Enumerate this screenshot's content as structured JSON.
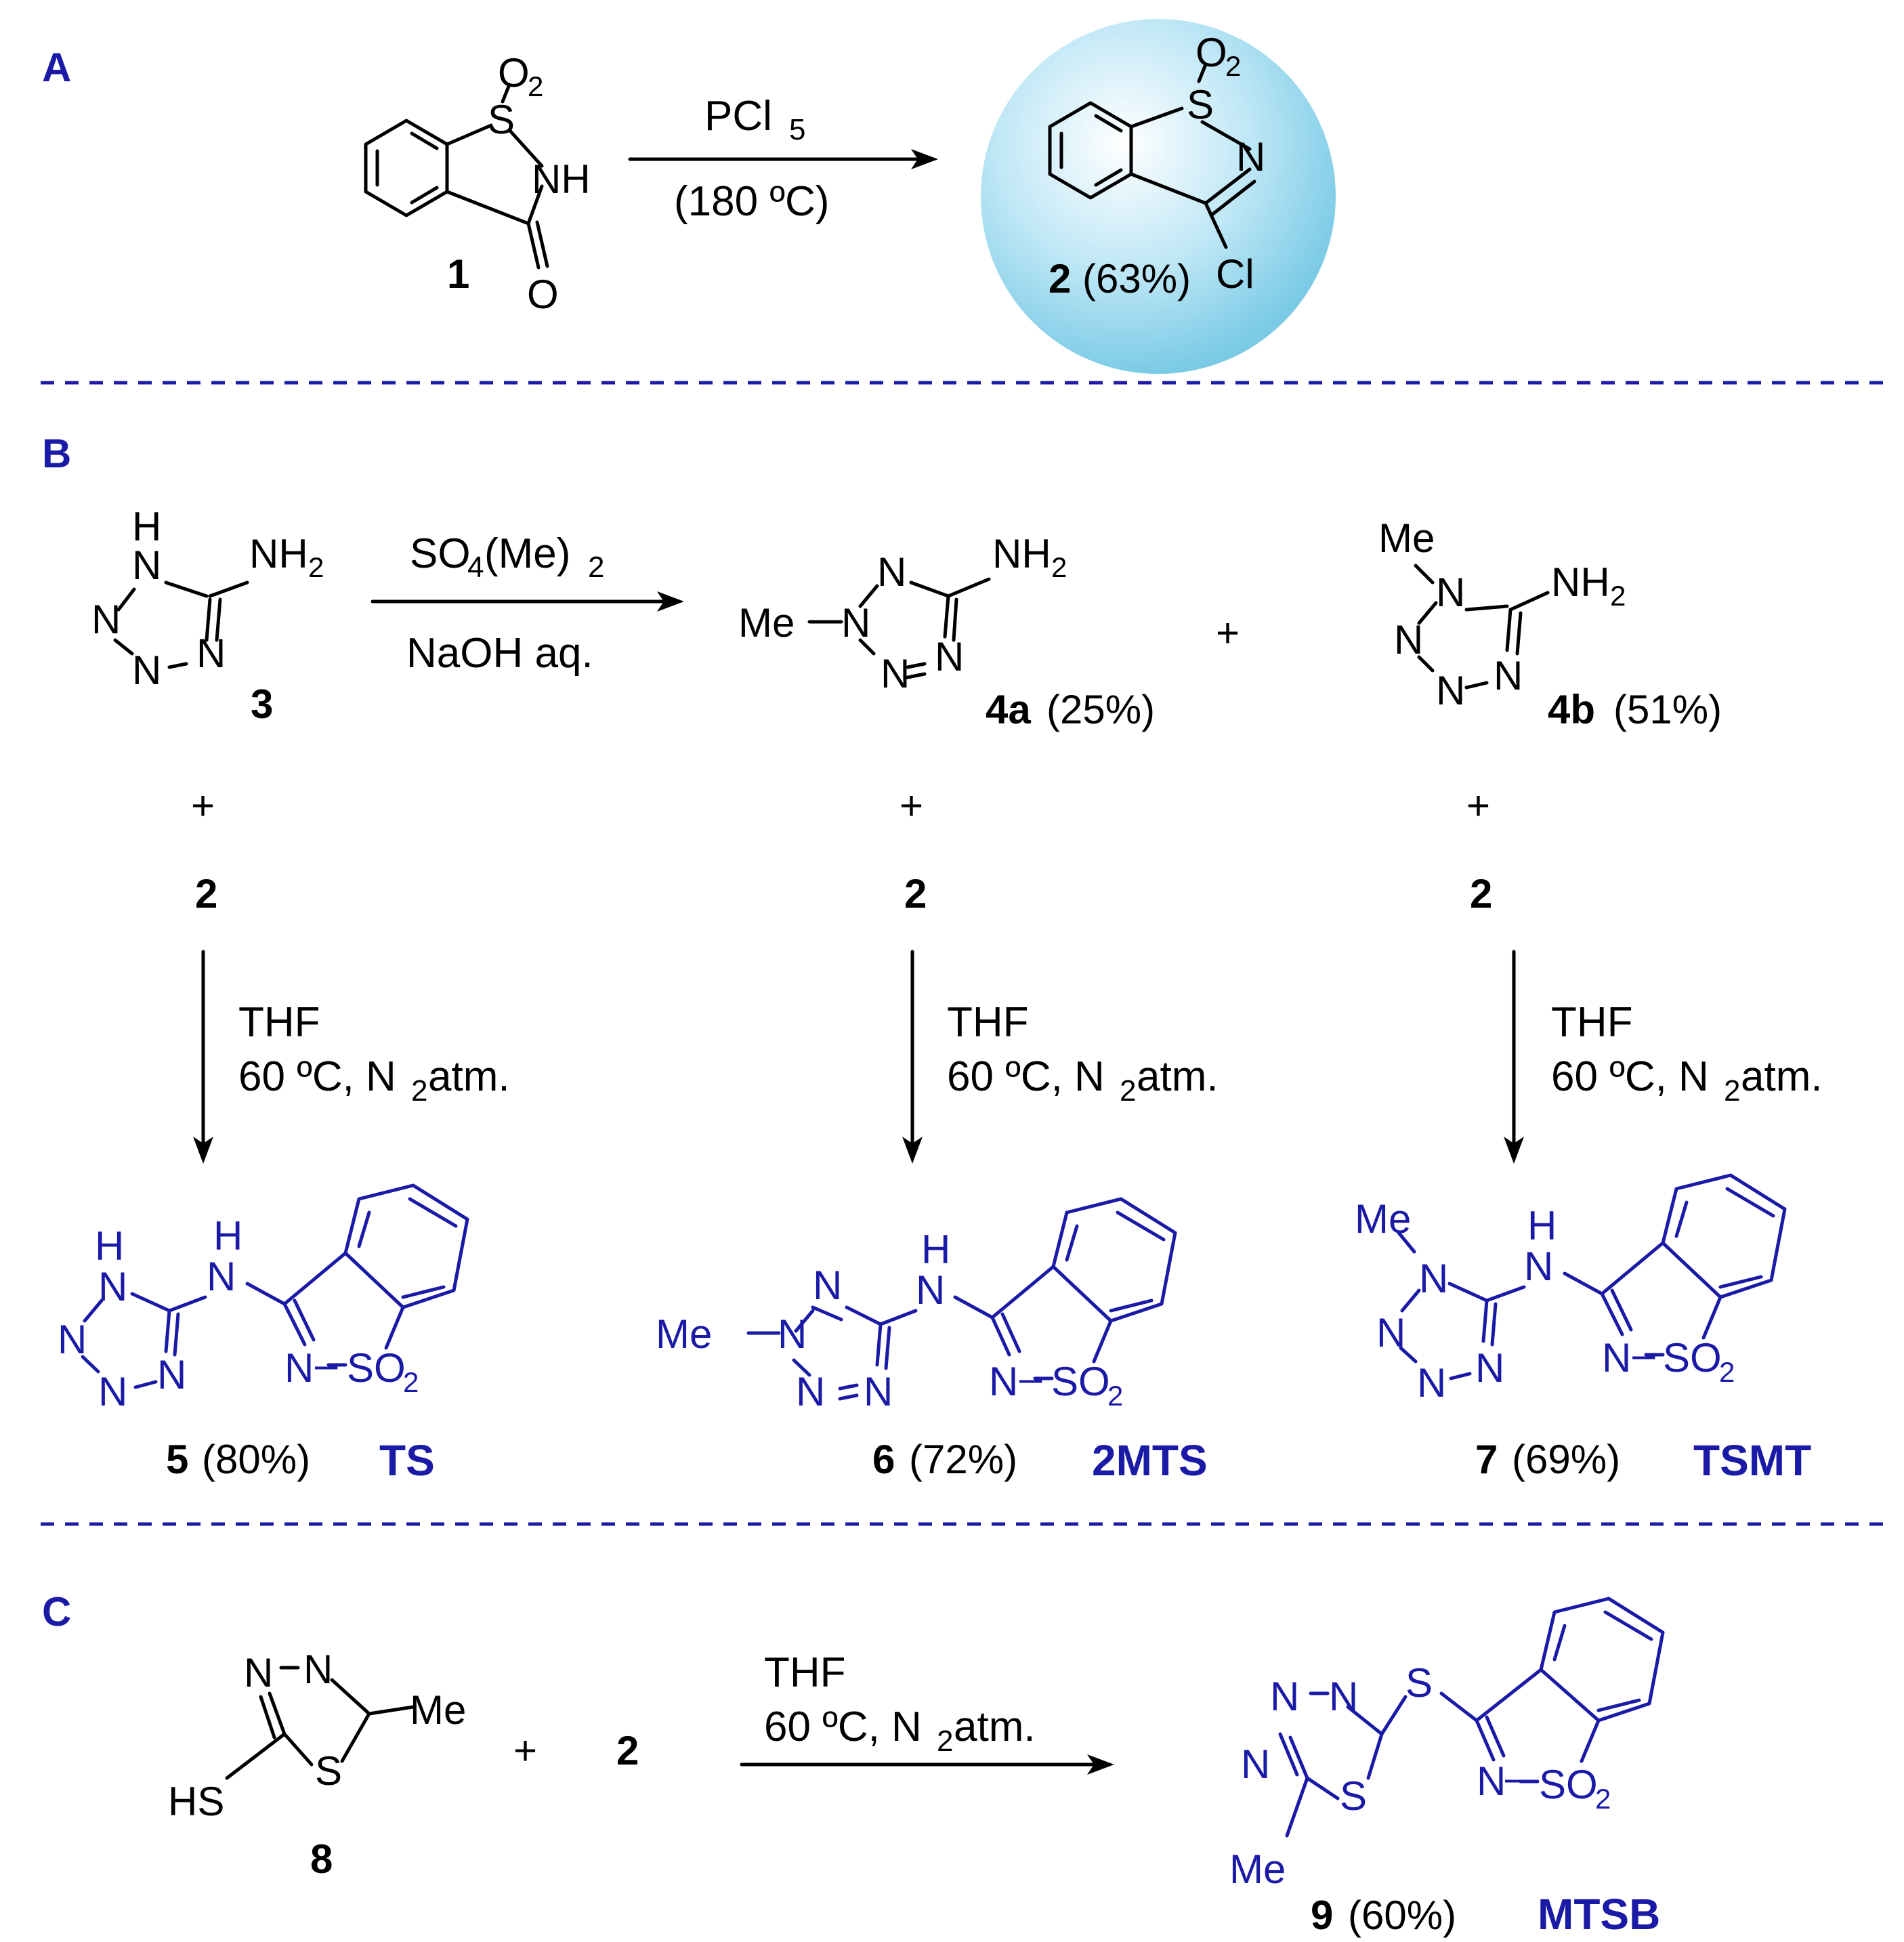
{
  "sections": {
    "a": "A",
    "b": "B",
    "c": "C"
  },
  "colors": {
    "product": "#1a1aa6",
    "reactant": "#000000",
    "highlight": "#9fd9ef"
  },
  "atoms": {
    "O2": "O",
    "two": "2",
    "S": "S",
    "N": "N",
    "NH": "NH",
    "O": "O",
    "Cl": "Cl",
    "H": "H",
    "NH2": "NH",
    "Me": "Me",
    "HS": "HS",
    "SO2": "SO",
    "minus": "–"
  },
  "reactionA": {
    "reagent_main": "PCl",
    "reagent_sub": "5",
    "condition": "(180 ºC)",
    "sm_number": "1",
    "product_number": "2",
    "product_yield": "(63%)"
  },
  "reactionB": {
    "sm_number": "3",
    "reagent_main": "SO",
    "reagent_sub": "4",
    "reagent_rest": "(Me)",
    "reagent_sub2": "2",
    "base": "NaOH aq.",
    "plus": "+",
    "int_a_number": "4a",
    "int_a_yield": "(25%)",
    "int_b_number": "4b",
    "int_b_yield": "(51%)",
    "partner": "2",
    "solvent": "THF",
    "cond_main": "60 ºC, N",
    "cond_sub": "2",
    "cond_rest": " atm.",
    "p1_number": "5",
    "p1_yield": "(80%)",
    "p1_code": "TS",
    "p2_number": "6",
    "p2_yield": "(72%)",
    "p2_code": "2MTS",
    "p3_number": "7",
    "p3_yield": "(69%)",
    "p3_code": "TSMT"
  },
  "reactionC": {
    "sm_number": "8",
    "plus": "+",
    "partner": "2",
    "solvent": "THF",
    "cond_main": "60 ºC, N",
    "cond_sub": "2",
    "cond_rest": " atm.",
    "product_number": "9",
    "product_yield": "(60%)",
    "product_code": "MTSB"
  }
}
